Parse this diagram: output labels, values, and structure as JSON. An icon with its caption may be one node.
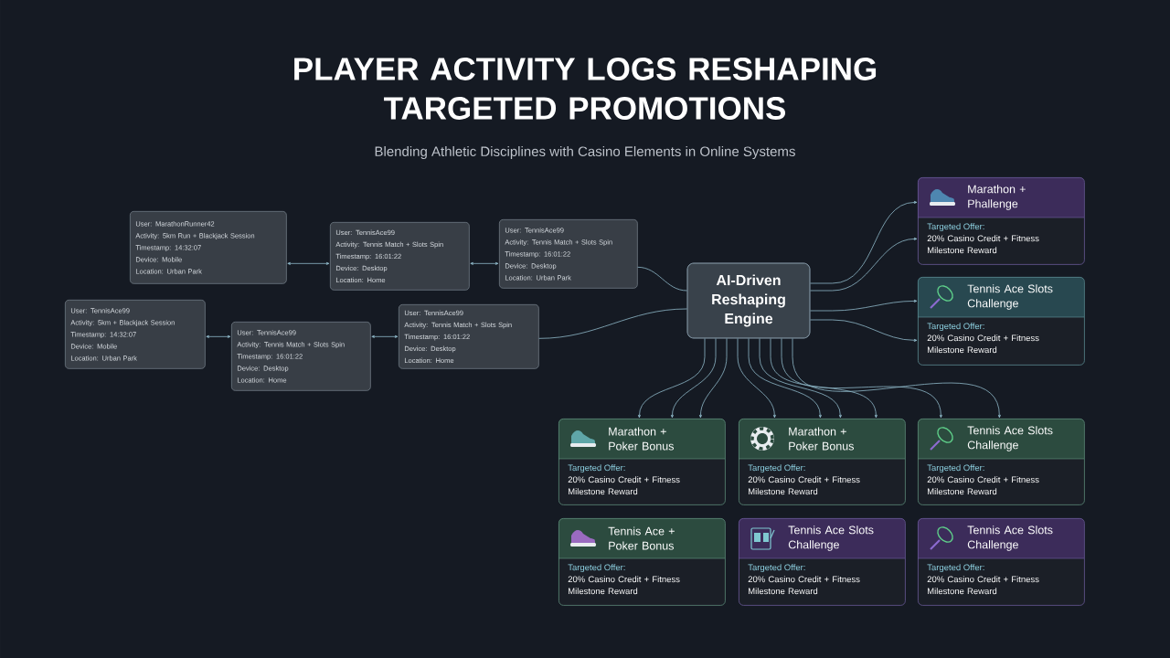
{
  "diagram": {
    "title": "PLAYER ACTIVITY LOGS RESHAPING TARGETED PROMOTIONS",
    "nodes": [
      {
        "text": [
          "User: MarathonRunner42",
          "Activity: 5km Run + Blackjack Session",
          "Timestamp: 14:32:07",
          "Device: Mobile",
          "Location: Urban Park"
        ]
      },
      {
        "text": [
          "User: TennisAce99",
          "Activity: Tennis Match + Slots Spin",
          "Timestamp: 16:01:22",
          "Device: Desktop",
          "Location: Home"
        ]
      },
      {
        "text": [
          "User: TennisAce99",
          "Activity: Tennis Match + Slots Spin",
          "Timestamp: 16:01:22",
          "Device: Desktop",
          "Location: Urban Park"
        ]
      },
      {
        "text": [
          "User: TennisAce99",
          "Activity: 5km + Blackjack Session",
          "Timestamp: 14:32:07",
          "Device: Mobile",
          "Location: Urban Park"
        ]
      },
      {
        "text": [
          "User: TennisAce99",
          "Activity: Tennis Match + Slots Spin",
          "Timestamp: 16:01:22",
          "Device: Desktop",
          "Location: Home"
        ]
      },
      {
        "text": [
          "User: TennisAce99",
          "Activity: Tennis Match + Slots Spin",
          "Timestamp: 16:01:22",
          "Device: Desktop",
          "Location: Home"
        ]
      },
      {
        "text": [
          "AI-Driven Reshaping Engine"
        ]
      },
      {
        "text": [
          "Marathon + Phallenge",
          "Targeted Offer:",
          "20% Casino Credit + Fitness Milestone Reward"
        ]
      },
      {
        "text": [
          "Tennis Ace Slots Challenge",
          "Targeted Offer:",
          "20% Casino Credit + Fitness Milestone Reward"
        ]
      },
      {
        "text": [
          "Marathon + Poker Bonus",
          "Targeted Offer:",
          "20% Casino Credit + Fitness Milestone Reward"
        ]
      },
      {
        "text": [
          "Marathon + Poker Bonus",
          "Targeted Offer:",
          "20% Casino Credit + Fitness Milestone Reward"
        ]
      },
      {
        "text": [
          "Tennis Ace Slots Challenge",
          "Targeted Offer:",
          "20% Casino Credit + Fitness Milestone Reward"
        ]
      },
      {
        "text": [
          "Tennis Ace + Poker Bonus",
          "Targeted Offer:",
          "20% Casino Credit + Fitness Milestone Reward"
        ]
      },
      {
        "text": [
          "Tennis Ace Slots Challenge",
          "Targeted Offer:",
          "20% Casino Credit + Fitness Milestone Reward"
        ]
      },
      {
        "text": [
          "Tennis Ace Slots Challenge",
          "Targeted Offer:",
          "20% Casino Credit + Fitness Milestone Reward"
        ]
      }
    ],
    "edges": [
      {
        "from": 0,
        "to": 1,
        "arrow": "both"
      },
      {
        "from": 1,
        "to": 2,
        "arrow": "both"
      },
      {
        "from": 3,
        "to": 4,
        "arrow": "both"
      },
      {
        "from": 4,
        "to": 5,
        "arrow": "both"
      },
      {
        "from": 2,
        "to": 6,
        "arrow": "none"
      },
      {
        "from": 5,
        "to": 6,
        "arrow": "none"
      },
      {
        "from": 6,
        "to": 7,
        "arrow": "to"
      },
      {
        "from": 6,
        "to": 7,
        "arrow": "to"
      },
      {
        "from": 6,
        "to": 8,
        "arrow": "to"
      },
      {
        "from": 6,
        "to": 8,
        "arrow": "to"
      },
      {
        "from": 6,
        "to": 9,
        "arrow": "to"
      },
      {
        "from": 6,
        "to": 9,
        "arrow": "to"
      },
      {
        "from": 6,
        "to": 9,
        "arrow": "to"
      },
      {
        "from": 6,
        "to": 10,
        "arrow": "to"
      },
      {
        "from": 6,
        "to": 10,
        "arrow": "to"
      },
      {
        "from": 6,
        "to": 10,
        "arrow": "to"
      },
      {
        "from": 6,
        "to": 10,
        "arrow": "to"
      },
      {
        "from": 6,
        "to": 11,
        "arrow": "to"
      },
      {
        "from": 6,
        "to": 11,
        "arrow": "to"
      }
    ],
    "labels": [
      "Blending Athletic Disciplines with Casino Elements in Online Systems"
    ]
  }
}
